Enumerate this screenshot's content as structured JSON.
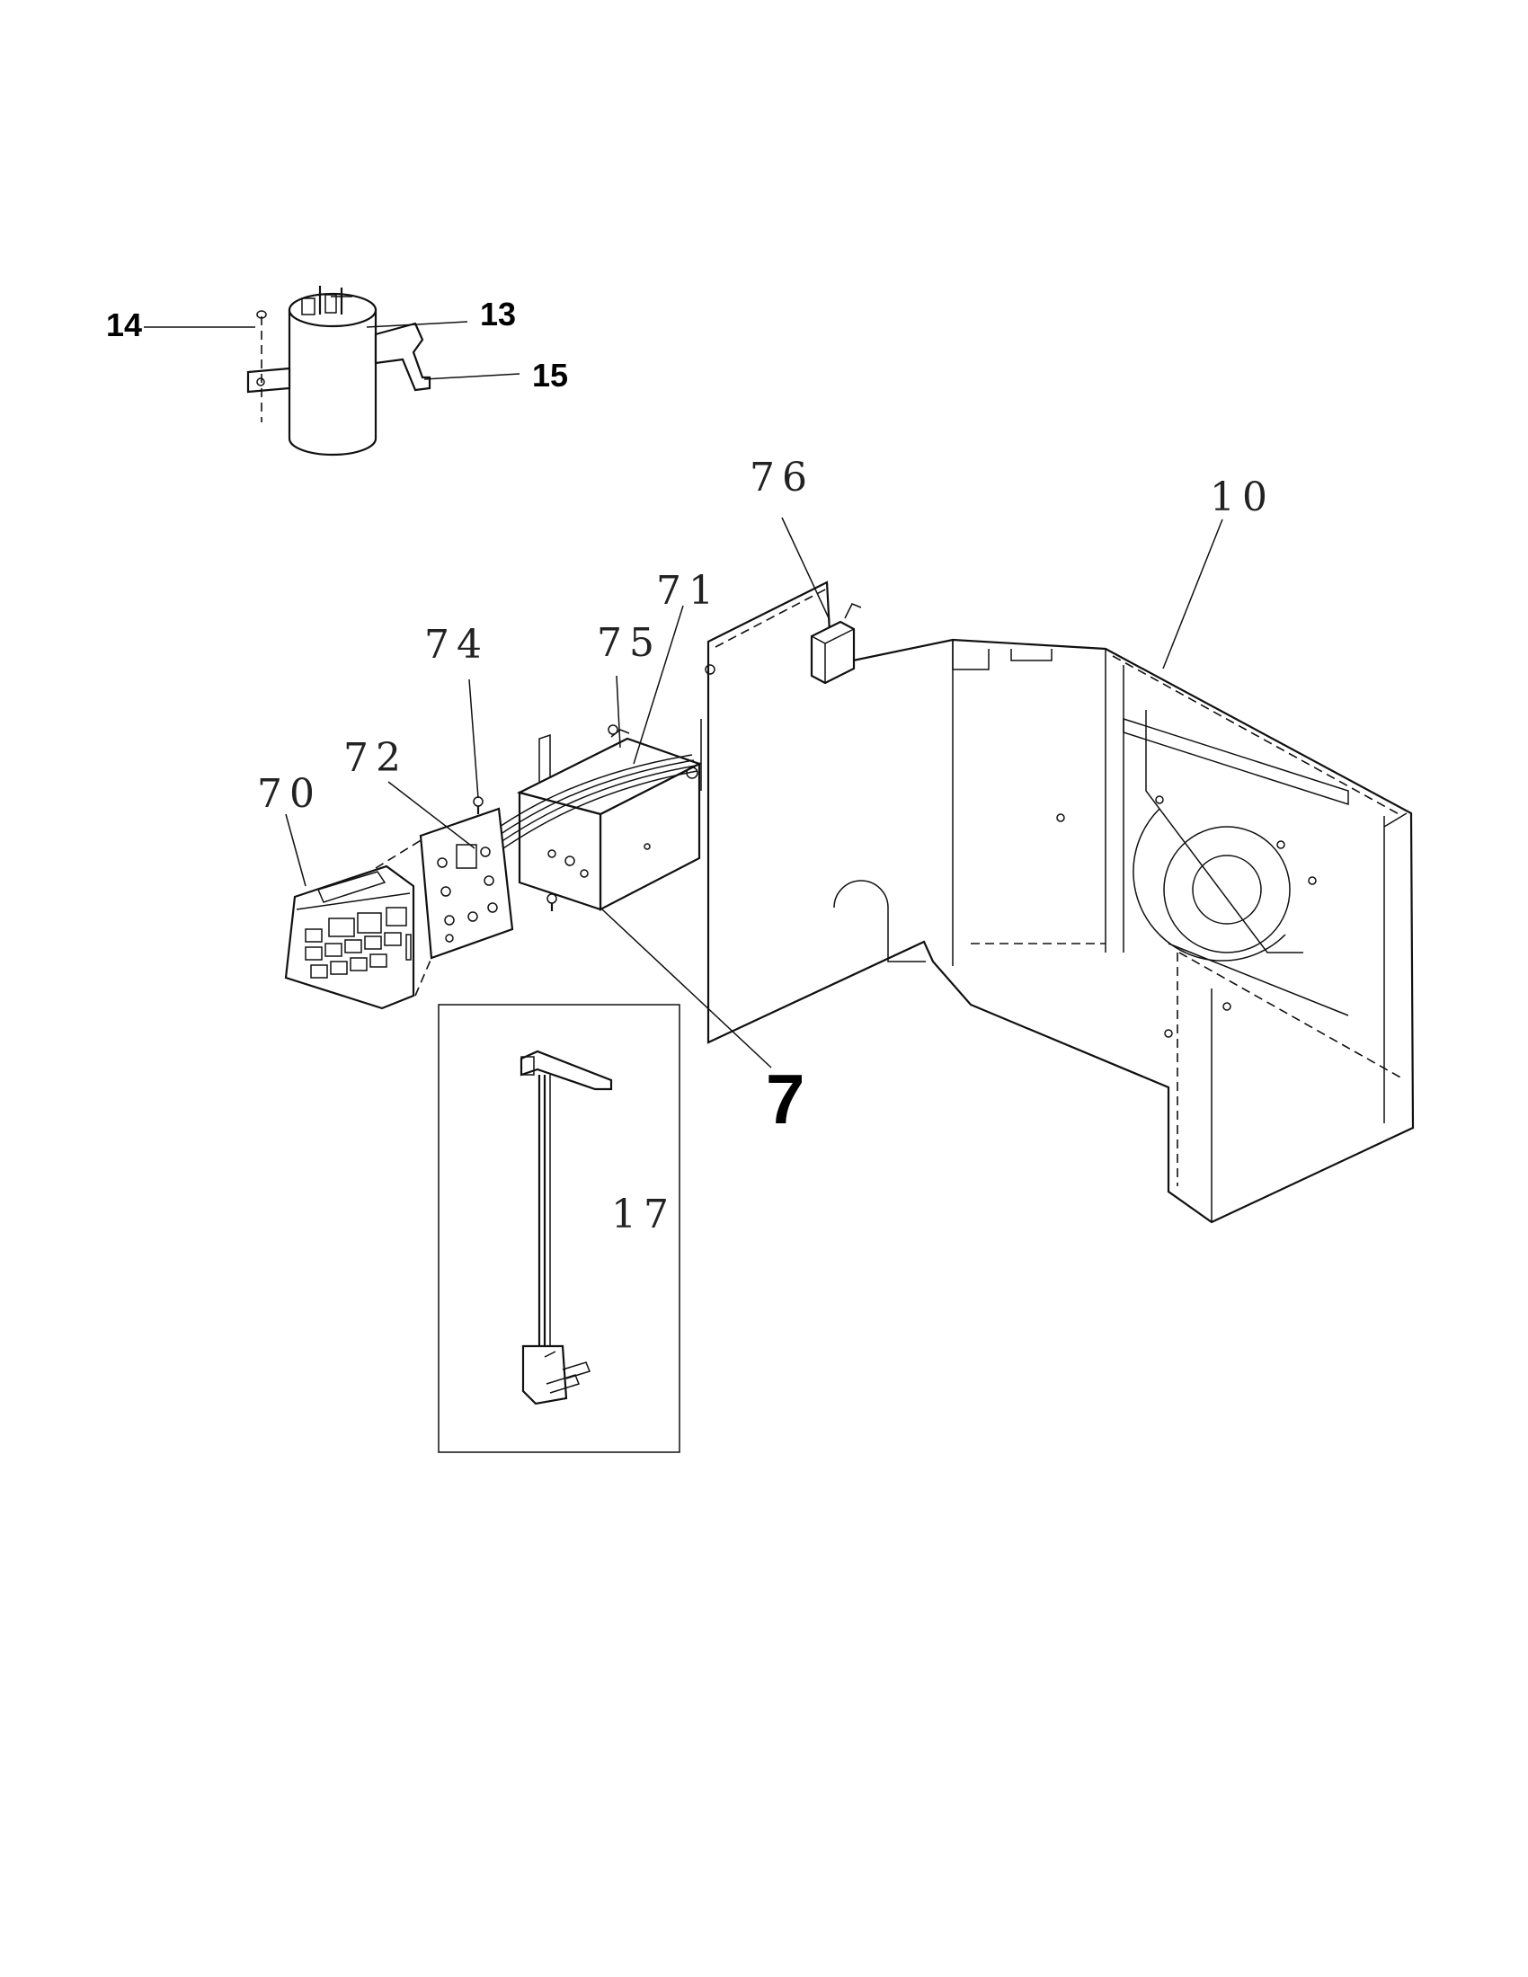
{
  "callouts": {
    "c14": "14",
    "c13": "13",
    "c15": "15",
    "c76": "76",
    "c10": "10",
    "c71": "71",
    "c75": "75",
    "c74": "74",
    "c72": "72",
    "c70": "70",
    "c7": "7",
    "c17": "17"
  }
}
